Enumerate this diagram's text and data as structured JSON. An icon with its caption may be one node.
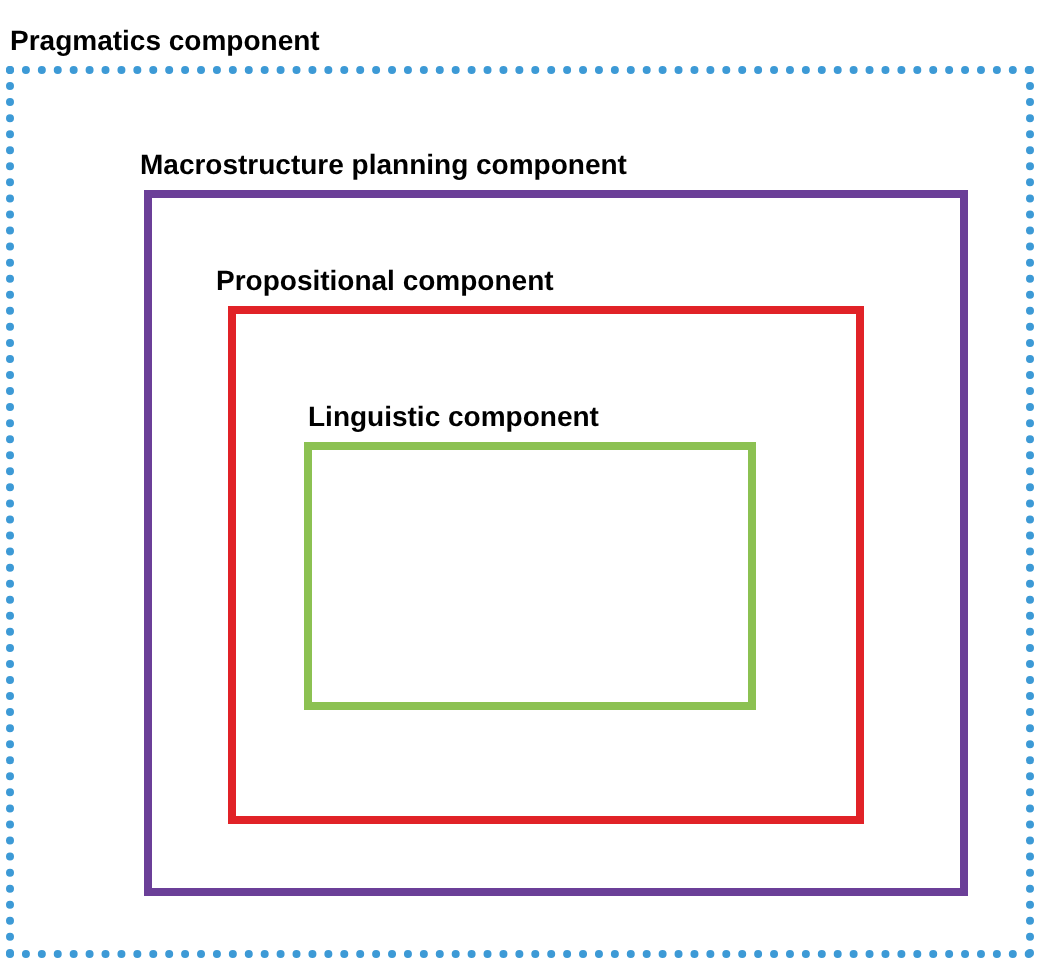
{
  "diagram": {
    "nodes": [
      {
        "text": [
          "Pragmatics component"
        ]
      },
      {
        "text": [
          "Macrostructure planning component"
        ],
        "in": 0
      },
      {
        "text": [
          "Propositional component"
        ],
        "in": 1
      },
      {
        "text": [
          "Linguistic component"
        ],
        "in": 2
      }
    ]
  }
}
